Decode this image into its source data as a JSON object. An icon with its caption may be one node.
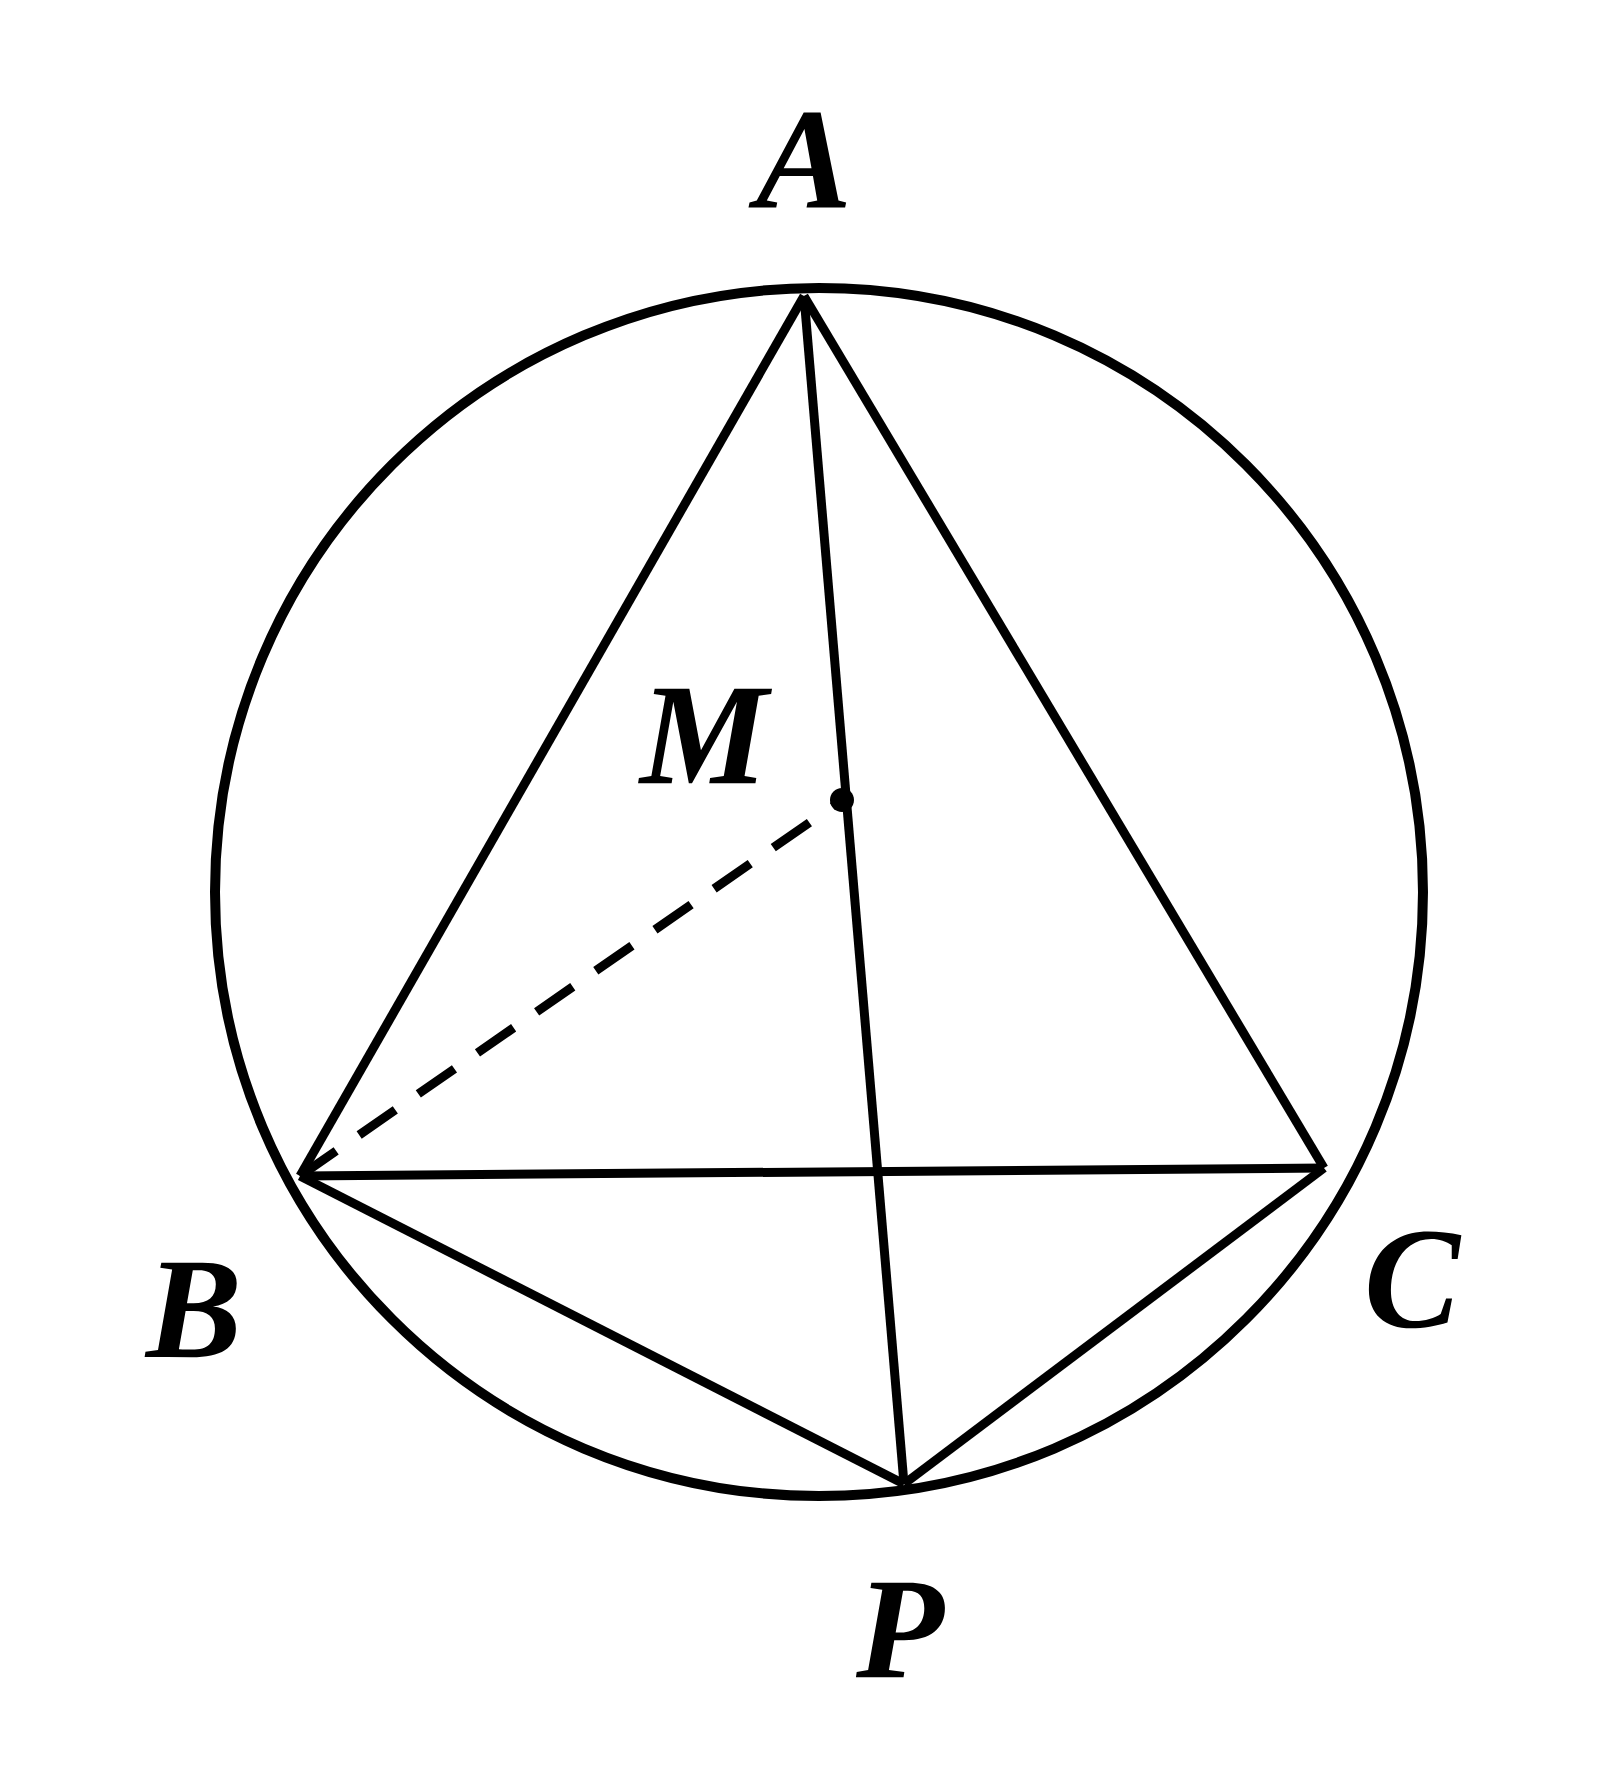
{
  "diagram": {
    "nodes": [
      {
        "text": [
          "A"
        ]
      },
      {
        "text": [
          "M"
        ]
      },
      {
        "text": [
          "B"
        ]
      },
      {
        "text": [
          "C"
        ]
      },
      {
        "text": [
          "P"
        ]
      }
    ],
    "edges": [
      {
        "from": 0,
        "to": 2,
        "arrow": "none"
      },
      {
        "from": 0,
        "to": 3,
        "arrow": "none"
      },
      {
        "from": 2,
        "to": 3,
        "arrow": "none"
      },
      {
        "from": 0,
        "to": 4,
        "arrow": "none"
      },
      {
        "from": 2,
        "to": 4,
        "arrow": "none"
      },
      {
        "from": 3,
        "to": 4,
        "arrow": "none"
      },
      {
        "from": 2,
        "to": 1,
        "arrow": "none",
        "style": "dashed"
      }
    ]
  }
}
